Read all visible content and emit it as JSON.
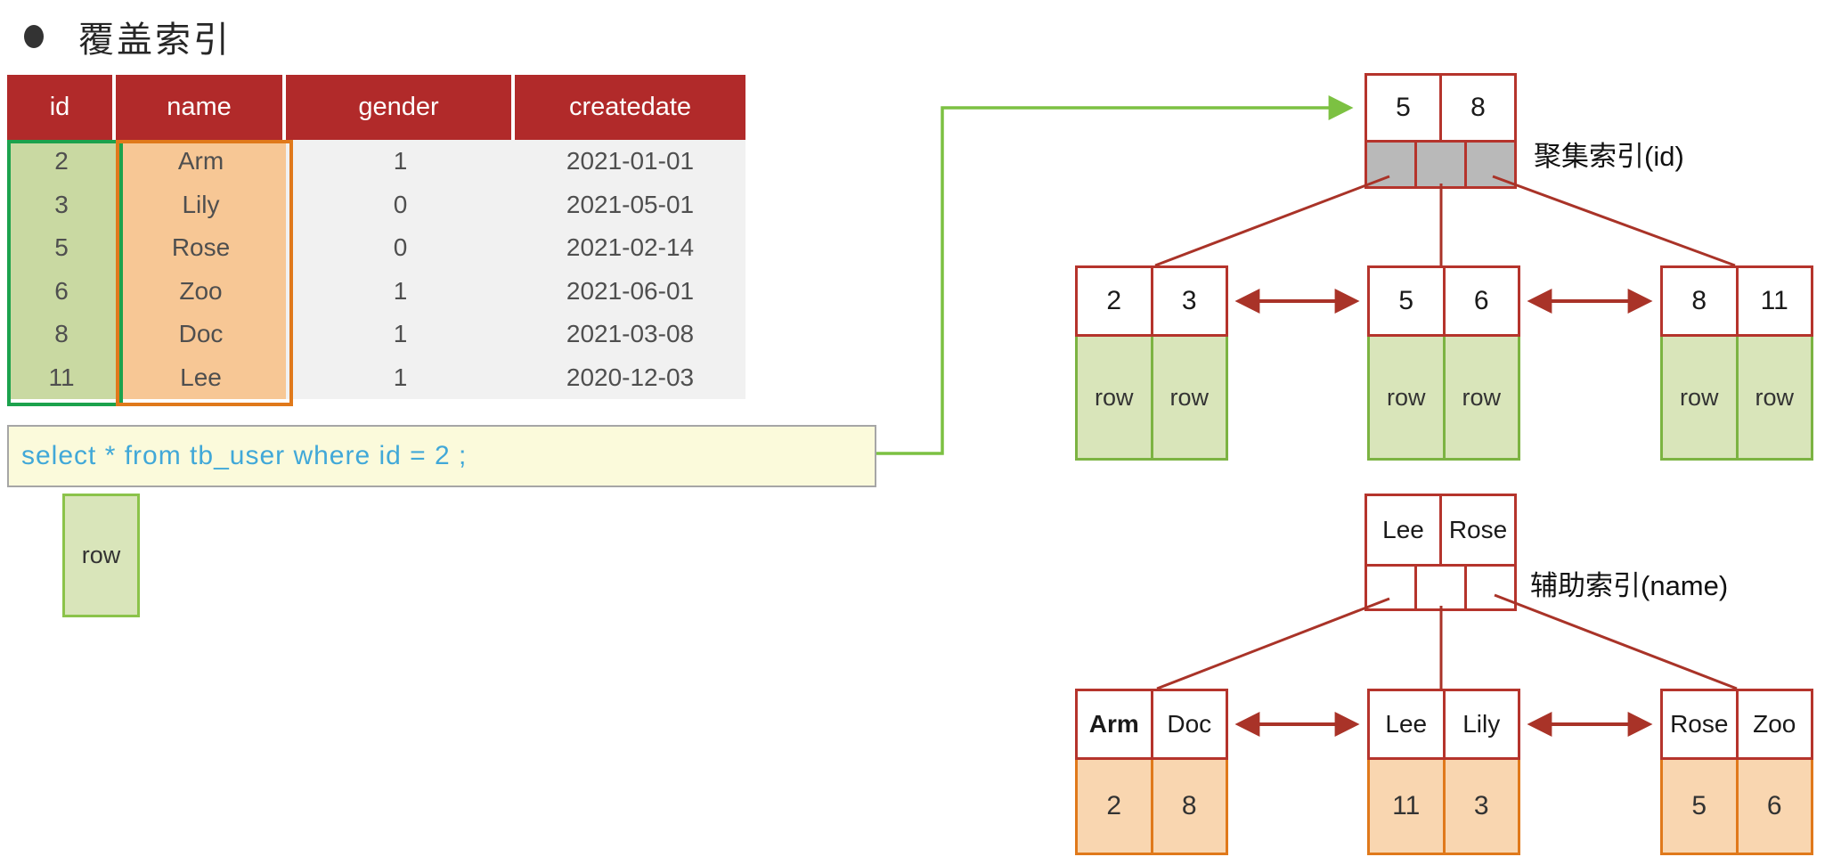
{
  "title": {
    "text": "覆盖索引"
  },
  "table": {
    "columns": [
      "id",
      "name",
      "gender",
      "createdate"
    ],
    "rows": [
      [
        "2",
        "Arm",
        "1",
        "2021-01-01"
      ],
      [
        "3",
        "Lily",
        "0",
        "2021-05-01"
      ],
      [
        "5",
        "Rose",
        "0",
        "2021-02-14"
      ],
      [
        "6",
        "Zoo",
        "1",
        "2021-06-01"
      ],
      [
        "8",
        "Doc",
        "1",
        "2021-03-08"
      ],
      [
        "11",
        "Lee",
        "1",
        "2020-12-03"
      ]
    ]
  },
  "sql": {
    "text": "select * from tb_user where id = 2 ;"
  },
  "row_box": {
    "label": "row"
  },
  "clustered_index": {
    "label": "聚集索引(id)",
    "root_keys": [
      "5",
      "8"
    ],
    "leaves": [
      {
        "keys": [
          "2",
          "3"
        ],
        "values": [
          "row",
          "row"
        ]
      },
      {
        "keys": [
          "5",
          "6"
        ],
        "values": [
          "row",
          "row"
        ]
      },
      {
        "keys": [
          "8",
          "11"
        ],
        "values": [
          "row",
          "row"
        ]
      }
    ]
  },
  "secondary_index": {
    "label": "辅助索引(name)",
    "root_keys": [
      "Lee",
      "Rose"
    ],
    "leaves": [
      {
        "keys": [
          "Arm",
          "Doc"
        ],
        "values": [
          "2",
          "8"
        ]
      },
      {
        "keys": [
          "Lee",
          "Lily"
        ],
        "values": [
          "11",
          "3"
        ]
      },
      {
        "keys": [
          "Rose",
          "Zoo"
        ],
        "values": [
          "5",
          "6"
        ]
      }
    ]
  },
  "colors": {
    "header_red": "#b12a2a",
    "node_border_red": "#b5342c",
    "connector_red": "#a93328",
    "query_arrow_green": "#7cc142",
    "id_column_fill": "#c9d9a2",
    "id_column_border": "#1ca24d",
    "name_column_fill": "#f7c795",
    "name_column_border": "#e0791b",
    "leaf_row_fill": "#d9e5ba",
    "leaf_row_border": "#7cb342",
    "leaf_value_fill": "#f9d6b0",
    "pointer_gray": "#b9b9b9",
    "sql_bg": "#fbfadb",
    "sql_text_blue": "#41a8d8",
    "gray_cell": "#f1f1f1"
  }
}
